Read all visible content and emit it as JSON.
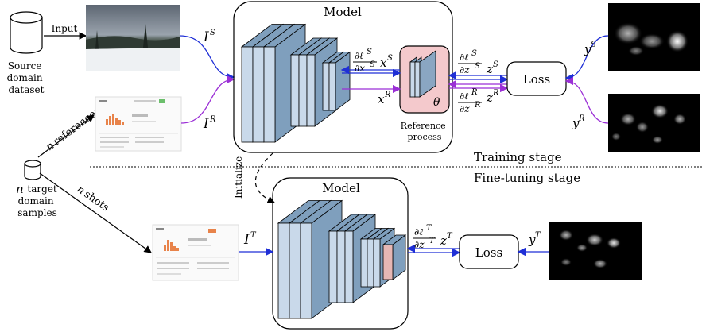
{
  "source": {
    "lines": [
      "Source",
      "domain",
      "dataset"
    ],
    "input_label": "Input"
  },
  "target": {
    "lines": [
      "target",
      "domain",
      "samples"
    ],
    "n": "n",
    "references_label": "references",
    "shots_label": "shots"
  },
  "model_top": {
    "title": "Model",
    "theta": "θ"
  },
  "reference": {
    "lines": [
      "Reference",
      "process"
    ]
  },
  "model_bottom": {
    "title": "Model"
  },
  "stages": {
    "training": "Training stage",
    "finetuning": "Fine-tuning stage"
  },
  "initialize_label": "Initialize",
  "loss": {
    "top": "Loss",
    "bottom": "Loss"
  },
  "symbols": {
    "I": "I",
    "S": "S",
    "R": "R",
    "T": "T",
    "x": "x",
    "z": "z",
    "y": "y",
    "dl": "∂ℓ",
    "dx": "∂x",
    "dz": "∂z"
  },
  "colors": {
    "blue": "#1f2fd6",
    "purple": "#9b2fd6",
    "layer_fill": "#c9d9ea",
    "layer_side": "#7f9fbd",
    "ref_box": "#f4c9cc",
    "final_layer": "#e6b7b4"
  }
}
